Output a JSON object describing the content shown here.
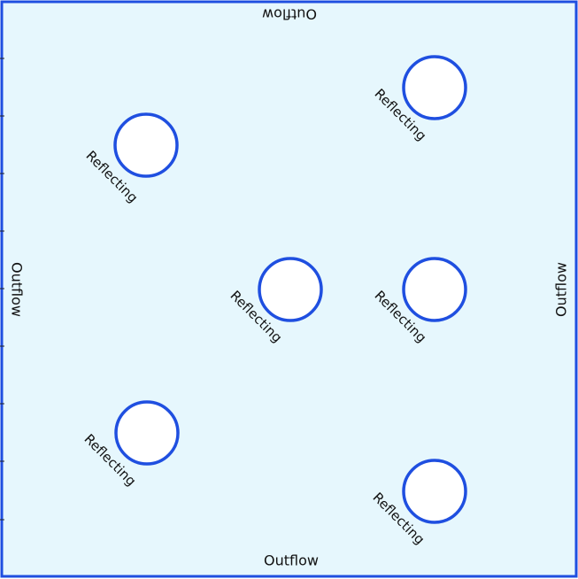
{
  "colors": {
    "domain_fill": "#e6f7fd",
    "border": "#1f4fe0",
    "obstacle_fill": "#ffffff",
    "text": "#111111"
  },
  "boundaries": {
    "top": "Outflow",
    "bottom": "Outflow",
    "left": "Outflow",
    "right": "Outflow"
  },
  "obstacles": [
    {
      "label": "Reflecting"
    },
    {
      "label": "Reflecting"
    },
    {
      "label": "Reflecting"
    },
    {
      "label": "Reflecting"
    },
    {
      "label": "Reflecting"
    },
    {
      "label": "Reflecting"
    }
  ]
}
